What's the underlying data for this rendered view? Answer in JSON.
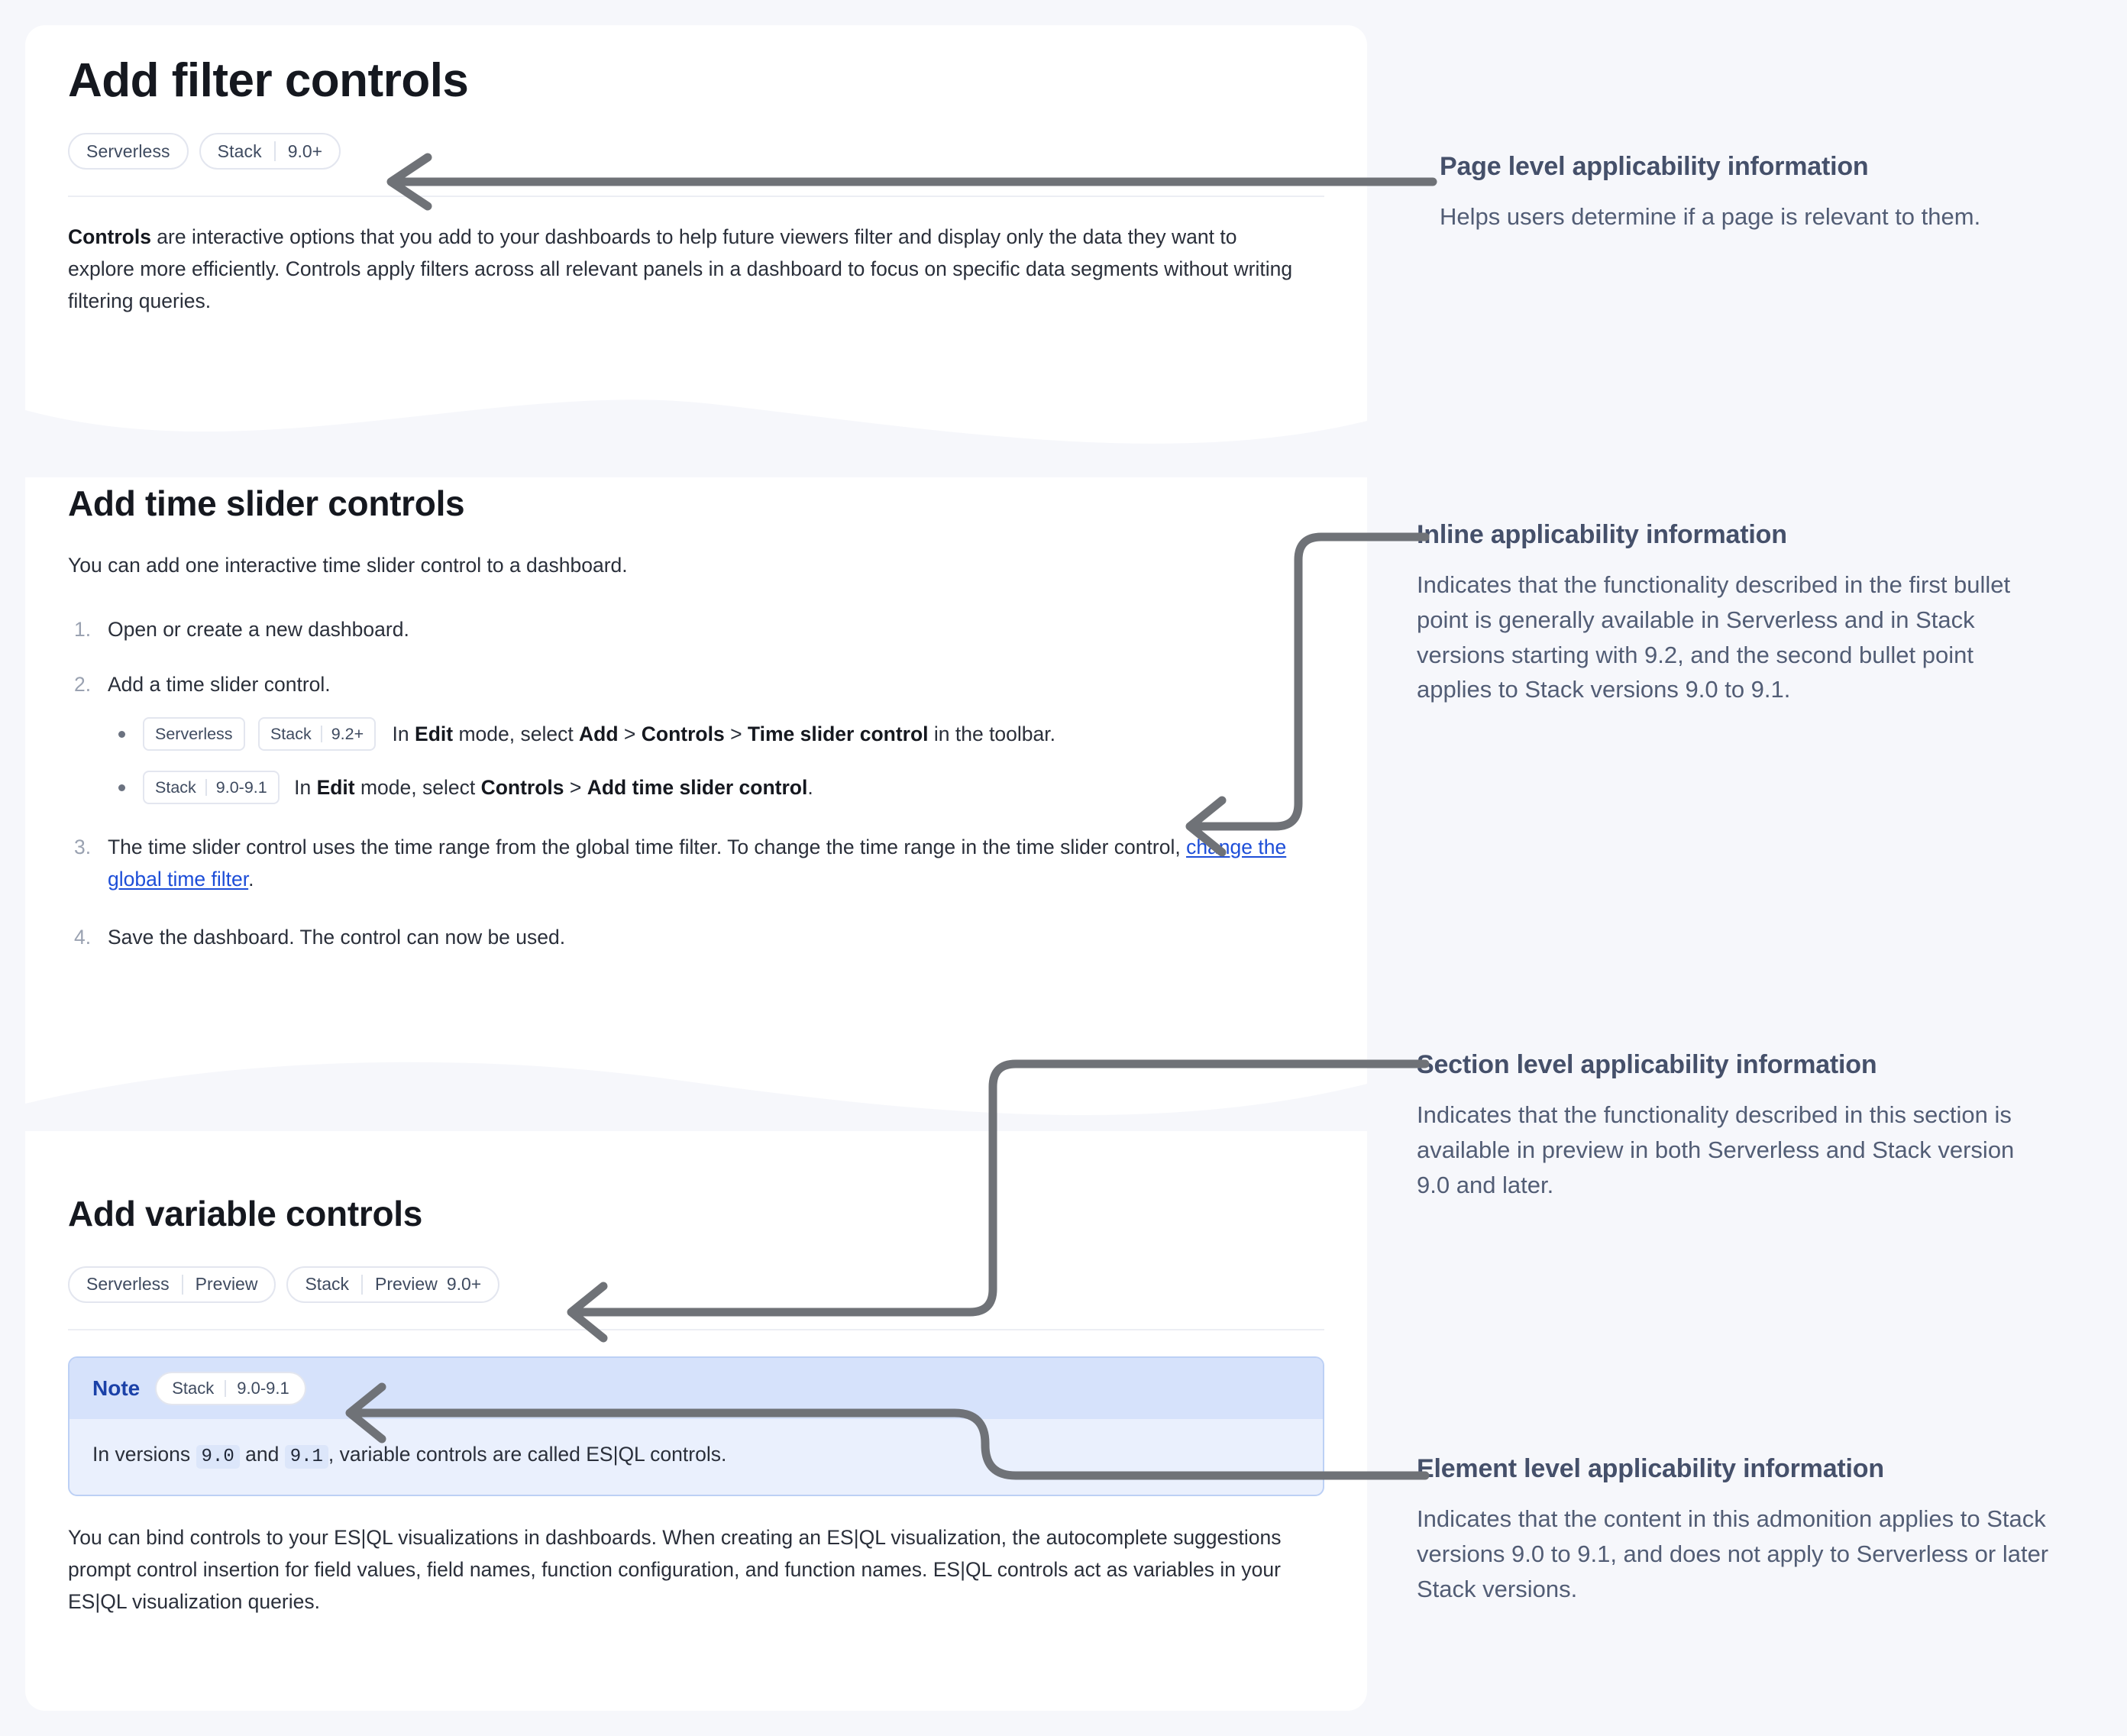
{
  "theme": {
    "page_bg": "#f6f7fb",
    "card_bg": "#ffffff",
    "wave_fill": "#f6f7fb",
    "connector": "#6f7277",
    "link": "#1d4ed8",
    "note_header_bg": "#d6e2fb",
    "note_body_bg": "#eaf0fd",
    "note_border": "#bcd0f5",
    "note_label": "#1b41a8",
    "badge_text": "#3f4b60",
    "annotation_heading": "#45506a",
    "annotation_body": "#525d75"
  },
  "page": {
    "title": "Add filter controls",
    "applicability": [
      {
        "name": "Serverless",
        "lifecycle": "",
        "version": ""
      },
      {
        "name": "Stack",
        "lifecycle": "",
        "version": "9.0+"
      }
    ],
    "intro": {
      "lead": "Controls",
      "rest": " are interactive options that you add to your dashboards to help future viewers filter and display only the data they want to explore more efficiently. Controls apply filters across all relevant panels in a dashboard to focus on specific data segments without writing filtering queries."
    }
  },
  "time_slider_section": {
    "title": "Add time slider controls",
    "intro": "You can add one interactive time slider control to a dashboard.",
    "steps": [
      {
        "num": "1.",
        "text": "Open or create a new dashboard."
      },
      {
        "num": "2.",
        "text": "Add a time slider control."
      },
      {
        "num": "3.",
        "text_before_link": "The time slider control uses the time range from the global time filter. To change the time range in the time slider control, ",
        "link": "change the global time filter",
        "text_after_link": "."
      },
      {
        "num": "4.",
        "text": "Save the dashboard. The control can now be used."
      }
    ],
    "bullets": [
      {
        "badges": [
          {
            "name": "Serverless",
            "version": ""
          },
          {
            "name": "Stack",
            "version": "9.2+"
          }
        ],
        "parts": [
          {
            "t": "In ",
            "bold": false
          },
          {
            "t": "Edit",
            "bold": true
          },
          {
            "t": " mode, select ",
            "bold": false
          },
          {
            "t": "Add",
            "bold": true
          },
          {
            "t": " > ",
            "bold": false
          },
          {
            "t": "Controls",
            "bold": true
          },
          {
            "t": " > ",
            "bold": false
          },
          {
            "t": "Time slider control",
            "bold": true
          },
          {
            "t": " in the toolbar.",
            "bold": false
          }
        ]
      },
      {
        "badges": [
          {
            "name": "Stack",
            "version": "9.0-9.1"
          }
        ],
        "parts": [
          {
            "t": "In ",
            "bold": false
          },
          {
            "t": "Edit",
            "bold": true
          },
          {
            "t": " mode, select ",
            "bold": false
          },
          {
            "t": "Controls",
            "bold": true
          },
          {
            "t": " > ",
            "bold": false
          },
          {
            "t": "Add time slider control",
            "bold": true
          },
          {
            "t": ".",
            "bold": false
          }
        ]
      }
    ]
  },
  "variable_section": {
    "title": "Add variable controls",
    "applicability": [
      {
        "name": "Serverless",
        "lifecycle": "Preview",
        "version": ""
      },
      {
        "name": "Stack",
        "lifecycle": "Preview",
        "version": "9.0+"
      }
    ],
    "note": {
      "label": "Note",
      "badge": {
        "name": "Stack",
        "version": "9.0-9.1"
      },
      "body_parts": [
        {
          "t": "In versions ",
          "code": false
        },
        {
          "t": "9.0",
          "code": true
        },
        {
          "t": " and ",
          "code": false
        },
        {
          "t": "9.1",
          "code": true
        },
        {
          "t": ", variable controls are called ES|QL controls.",
          "code": false
        }
      ]
    },
    "paragraph": "You can bind controls to your ES|QL visualizations in dashboards. When creating an ES|QL visualization, the autocomplete suggestions prompt control insertion for field values, field names, function configuration, and function names. ES|QL controls act as variables in your ES|QL visualization queries."
  },
  "annotations": [
    {
      "id": "page-level",
      "heading": "Page level applicability information",
      "body": "Helps users determine if a page is relevant to them."
    },
    {
      "id": "inline",
      "heading": "Inline applicability information",
      "body": "Indicates that the functionality described in the first bullet point is generally available in Serverless and in Stack versions starting with 9.2, and the second bullet point applies to Stack versions 9.0 to 9.1."
    },
    {
      "id": "section-level",
      "heading": "Section level applicability information",
      "body": "Indicates that the functionality described in this section is available in preview in both Serverless and Stack version 9.0 and later."
    },
    {
      "id": "element-level",
      "heading": "Element level applicability information",
      "body": "Indicates that the content in this admonition applies to Stack versions 9.0 to 9.1, and does not apply to Serverless or later Stack versions."
    }
  ]
}
